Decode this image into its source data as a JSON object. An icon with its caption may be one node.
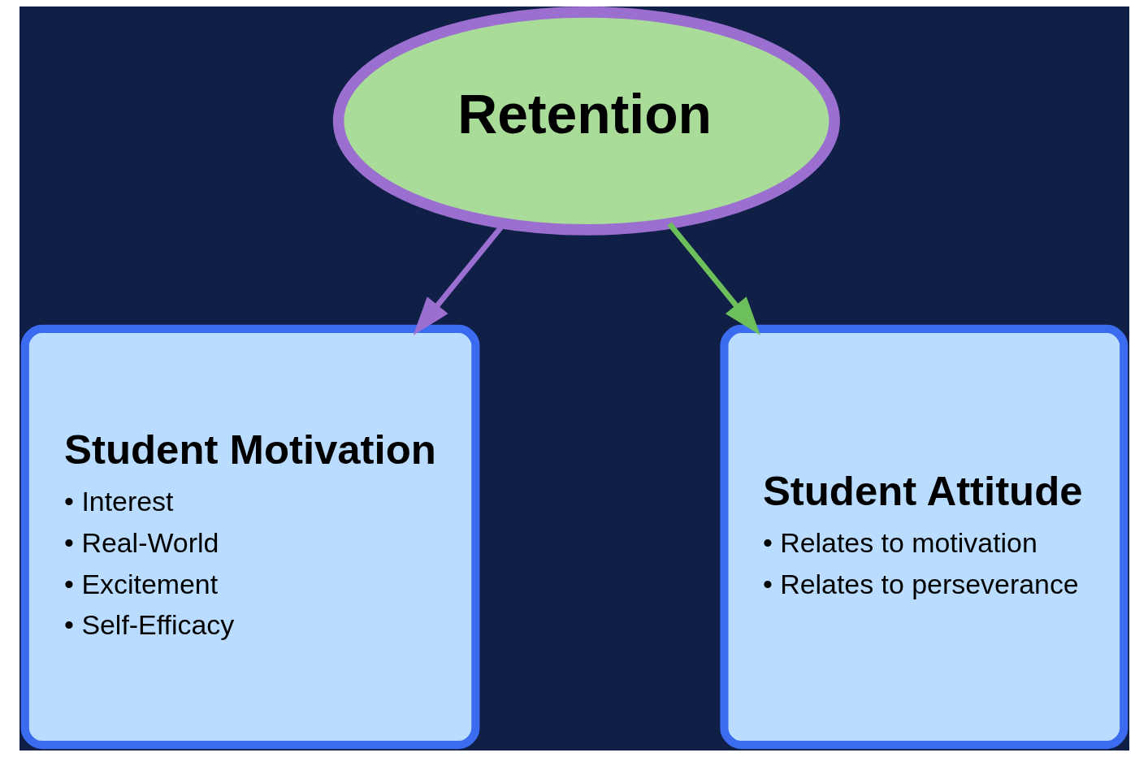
{
  "diagram": {
    "nodes": [
      {
        "text": [
          "Retention"
        ]
      },
      {
        "text": [
          "Student Motivation",
          "• Interest",
          "• Real-World",
          "• Excitement",
          "• Self-Efficacy"
        ]
      },
      {
        "text": [
          "Student Attitude",
          "• Relates to motivation",
          "• Relates to perseverance"
        ]
      }
    ],
    "edges": [
      {
        "from": 0,
        "to": 1,
        "arrow": "to",
        "color": "#9b6fd0"
      },
      {
        "from": 0,
        "to": 2,
        "arrow": "to",
        "color": "#6cbf5a"
      }
    ]
  }
}
